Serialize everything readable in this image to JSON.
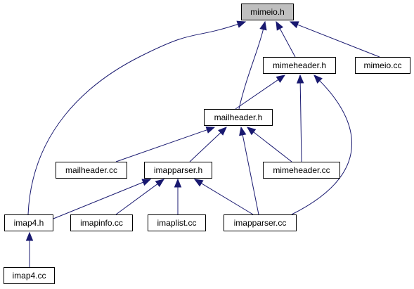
{
  "colors": {
    "edge": "#191970",
    "root_fill": "#bfbfbf",
    "node_fill": "#ffffff",
    "border": "#000000"
  },
  "nodes": {
    "mimeio_h": "mimeio.h",
    "mimeheader_h": "mimeheader.h",
    "mimeio_cc": "mimeio.cc",
    "mailheader_h": "mailheader.h",
    "mailheader_cc": "mailheader.cc",
    "imapparser_h": "imapparser.h",
    "mimeheader_cc": "mimeheader.cc",
    "imap4_h": "imap4.h",
    "imapinfo_cc": "imapinfo.cc",
    "imaplist_cc": "imaplist.cc",
    "imapparser_cc": "imapparser.cc",
    "imap4_cc": "imap4.cc"
  },
  "edges": [
    {
      "from": "mimeheader_h",
      "to": "mimeio_h"
    },
    {
      "from": "mimeio_cc",
      "to": "mimeio_h"
    },
    {
      "from": "mailheader_h",
      "to": "mimeio_h"
    },
    {
      "from": "imap4_h",
      "to": "mimeio_h"
    },
    {
      "from": "mailheader_h",
      "to": "mimeheader_h"
    },
    {
      "from": "mimeheader_cc",
      "to": "mimeheader_h"
    },
    {
      "from": "imapparser_cc",
      "to": "mimeheader_h"
    },
    {
      "from": "mailheader_cc",
      "to": "mailheader_h"
    },
    {
      "from": "imapparser_h",
      "to": "mailheader_h"
    },
    {
      "from": "mimeheader_cc",
      "to": "mailheader_h"
    },
    {
      "from": "imapparser_cc",
      "to": "mailheader_h"
    },
    {
      "from": "imap4_h",
      "to": "imapparser_h"
    },
    {
      "from": "imapinfo_cc",
      "to": "imapparser_h"
    },
    {
      "from": "imaplist_cc",
      "to": "imapparser_h"
    },
    {
      "from": "imapparser_cc",
      "to": "imapparser_h"
    },
    {
      "from": "imap4_cc",
      "to": "imap4_h"
    }
  ]
}
